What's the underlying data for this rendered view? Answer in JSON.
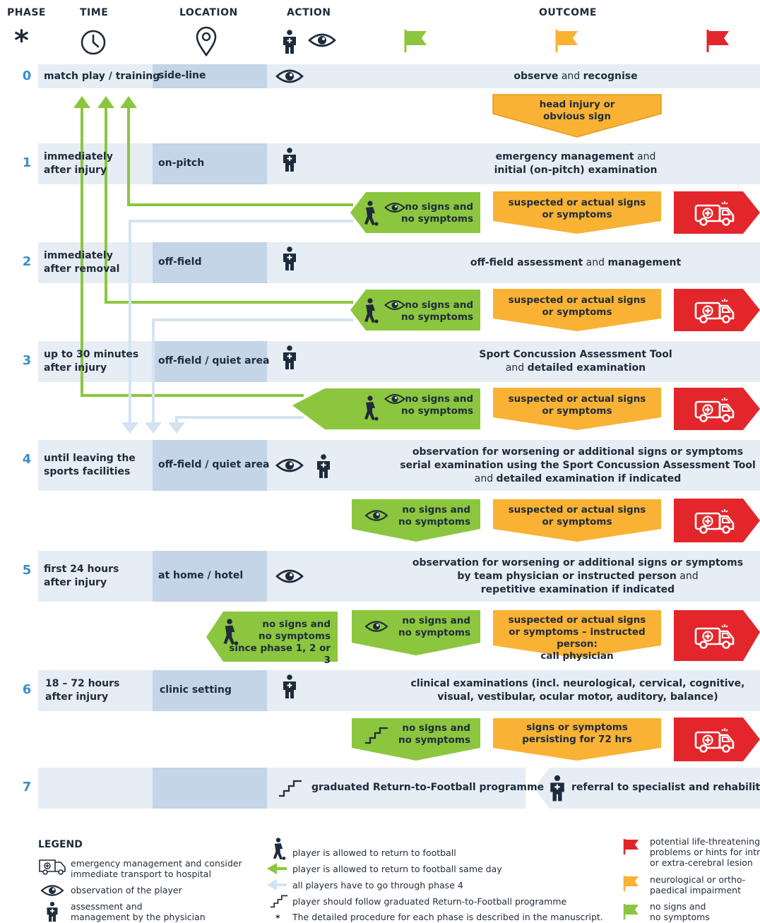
{
  "headers": {
    "phase": "PHASE",
    "time": "TIME",
    "location": "LOCATION",
    "action": "ACTION",
    "outcome": "OUTCOME",
    "phase_symbol": "*"
  },
  "phases": [
    {
      "num": "0",
      "time": "match play / training",
      "location": "side-line",
      "outcome_bold": "observe",
      "outcome_mid": " and ",
      "outcome_bold2": "recognise"
    },
    {
      "num": "1",
      "time_l1": "immediately",
      "time_l2": "after injury",
      "location": "on-pitch",
      "outcome_l1_bold": "emergency management",
      "outcome_l1_rest": " and",
      "outcome_l2": "initial (on-pitch) examination"
    },
    {
      "num": "2",
      "time_l1": "immediately",
      "time_l2": "after removal",
      "location": "off-field",
      "outcome_bold": "off-field assessment",
      "outcome_mid": " and ",
      "outcome_bold2": "management"
    },
    {
      "num": "3",
      "time_l1": "up to 30 minutes",
      "time_l2": "after injury",
      "location": "off-field / quiet area",
      "outcome_l1": "Sport Concussion Assessment Tool",
      "outcome_l2_pre": "and ",
      "outcome_l2_bold": "detailed examination"
    },
    {
      "num": "4",
      "time_l1": "until leaving the",
      "time_l2": "sports facilities",
      "location": "off-field / quiet area",
      "outcome_l1": "observation for worsening or additional signs or symptoms",
      "outcome_l2": "serial examination using the Sport Concussion Assessment Tool",
      "outcome_l3_pre": "and ",
      "outcome_l3_bold": "detailed examination if indicated"
    },
    {
      "num": "5",
      "time_l1": "first 24 hours",
      "time_l2": "after injury",
      "location": "at home / hotel",
      "outcome_l1": "observation for worsening or additional signs or symptoms",
      "outcome_l2_bold": "by team physician or instructed person",
      "outcome_l2_rest": " and",
      "outcome_l3": "repetitive examination if indicated"
    },
    {
      "num": "6",
      "time_l1": "18 – 72 hours",
      "time_l2": "after injury",
      "location": "clinic setting",
      "outcome_l1": "clinical examinations (incl. neurological, cervical, cognitive,",
      "outcome_l2": "visual, vestibular, ocular motor, auditory, balance)"
    },
    {
      "num": "7",
      "programme": "graduated Return-to-Football programme",
      "referral_bold": "referral to specialist",
      "referral_rest": " and rehabilitation"
    }
  ],
  "outcomes": {
    "head_injury_l1": "head injury or",
    "head_injury_l2": "obvious sign",
    "no_signs_l1": "no signs and",
    "no_signs_l2": "no symptoms",
    "suspected_l1": "suspected or actual signs",
    "suspected_l2": "or symptoms",
    "since_phase": "since phase 1, 2 or 3",
    "p5_suspected_l1": "suspected or actual signs",
    "p5_suspected_l2": "or symptoms – instructed person:",
    "p5_suspected_l3": "call physician",
    "p6_persist_l1": "signs or symptoms",
    "p6_persist_l2": "persisting for 72 hrs"
  },
  "legend": {
    "title": "LEGEND",
    "ambulance_l1": "emergency management and consider",
    "ambulance_l2": "immediate transport to hospital",
    "eye": "observation of the player",
    "physician_l1": "assessment and",
    "physician_l2": "management by the physician",
    "player": "player is allowed to return to football",
    "green_arrow": "player is allowed to return to football same day",
    "blue_arrow": "all players have to go through phase 4",
    "stairs": "player should follow graduated Return-to-Football programme",
    "asterisk": "*",
    "asterisk_note": "The detailed procedure for each phase is described in the manuscript.",
    "red_flag_l1": "potential life-threatening",
    "red_flag_l2": "problems or hints for intra-",
    "red_flag_l3": "or extra-cerebral lesion",
    "orange_flag_l1": "neurological or ortho-",
    "orange_flag_l2": "paedical impairment",
    "green_flag_l1": "no signs and",
    "green_flag_l2": "no symptoms"
  },
  "colors": {
    "band": "#e6edf4",
    "location_band": "#c3d5e6",
    "phase_blue": "#3b8ec9",
    "green": "#8cc63e",
    "orange": "#f9b233",
    "red": "#e3262b",
    "light_blue_arrow": "#d3e3f1",
    "text": "#1e2b3c"
  },
  "icons": [
    "clock-icon",
    "location-pin-icon",
    "physician-icon",
    "eye-icon",
    "green-flag-icon",
    "orange-flag-icon",
    "red-flag-icon",
    "ambulance-icon",
    "player-icon",
    "stairs-icon"
  ]
}
